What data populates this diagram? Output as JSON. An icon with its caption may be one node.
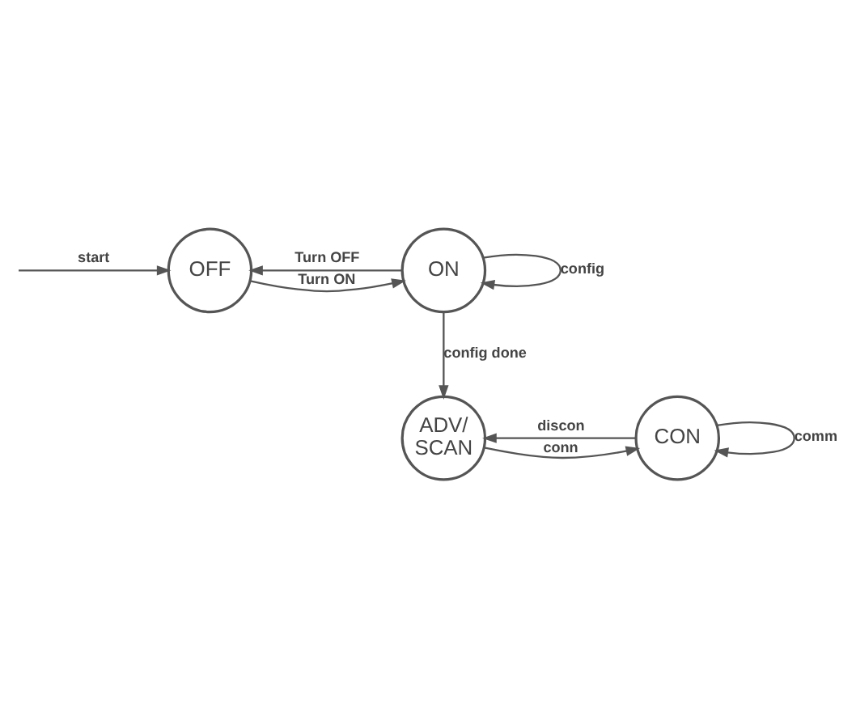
{
  "diagram": {
    "nodes": [
      {
        "text": [
          "OFF"
        ]
      },
      {
        "text": [
          "ON"
        ]
      },
      {
        "text": [
          "ADV/ SCAN"
        ]
      },
      {
        "text": [
          "CON"
        ]
      }
    ],
    "edges": [
      {
        "from": null,
        "to": 0,
        "arrow": "to",
        "label": "start"
      },
      {
        "from": 0,
        "to": 1,
        "arrow": "to",
        "label": "Turn ON"
      },
      {
        "from": 1,
        "to": 0,
        "arrow": "to",
        "label": "Turn OFF"
      },
      {
        "from": 1,
        "to": 1,
        "arrow": "to",
        "label": "config"
      },
      {
        "from": 1,
        "to": 2,
        "arrow": "to",
        "label": "config done"
      },
      {
        "from": 3,
        "to": 2,
        "arrow": "to",
        "label": "discon"
      },
      {
        "from": 2,
        "to": 3,
        "arrow": "to",
        "label": "conn"
      },
      {
        "from": 3,
        "to": 3,
        "arrow": "to",
        "label": "comm"
      }
    ]
  }
}
